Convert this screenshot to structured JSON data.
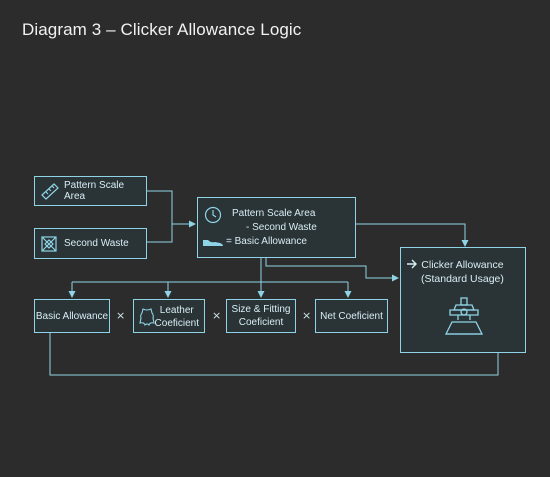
{
  "title": "Diagram 3 – Clicker Allowance Logic",
  "colors": {
    "background": "#2c2c2c",
    "accent": "#8fd4e6",
    "box_fill": "#2a3336",
    "text": "#d7eef4"
  },
  "inputs": {
    "pattern_scale_area": "Pattern Scale Area",
    "second_waste": "Second Waste"
  },
  "formula": {
    "line1": "Pattern Scale Area",
    "line2": "- Second Waste",
    "line3": "= Basic Allowance"
  },
  "factors": {
    "basic_allowance": "Basic Allowance",
    "leather_line1": "Leather",
    "leather_line2": "Coeficient",
    "size_line1": "Size & Fitting",
    "size_line2": "Coeficient",
    "net": "Net Coeficient",
    "multiply": "×"
  },
  "result": {
    "line1": "Clicker Allowance",
    "line2": "(Standard Usage)"
  },
  "icons": [
    "ruler-icon",
    "waste-box-icon",
    "clock-icon",
    "shoe-icon",
    "leather-hide-icon",
    "clicking-press-icon",
    "arrow-right-icon"
  ]
}
